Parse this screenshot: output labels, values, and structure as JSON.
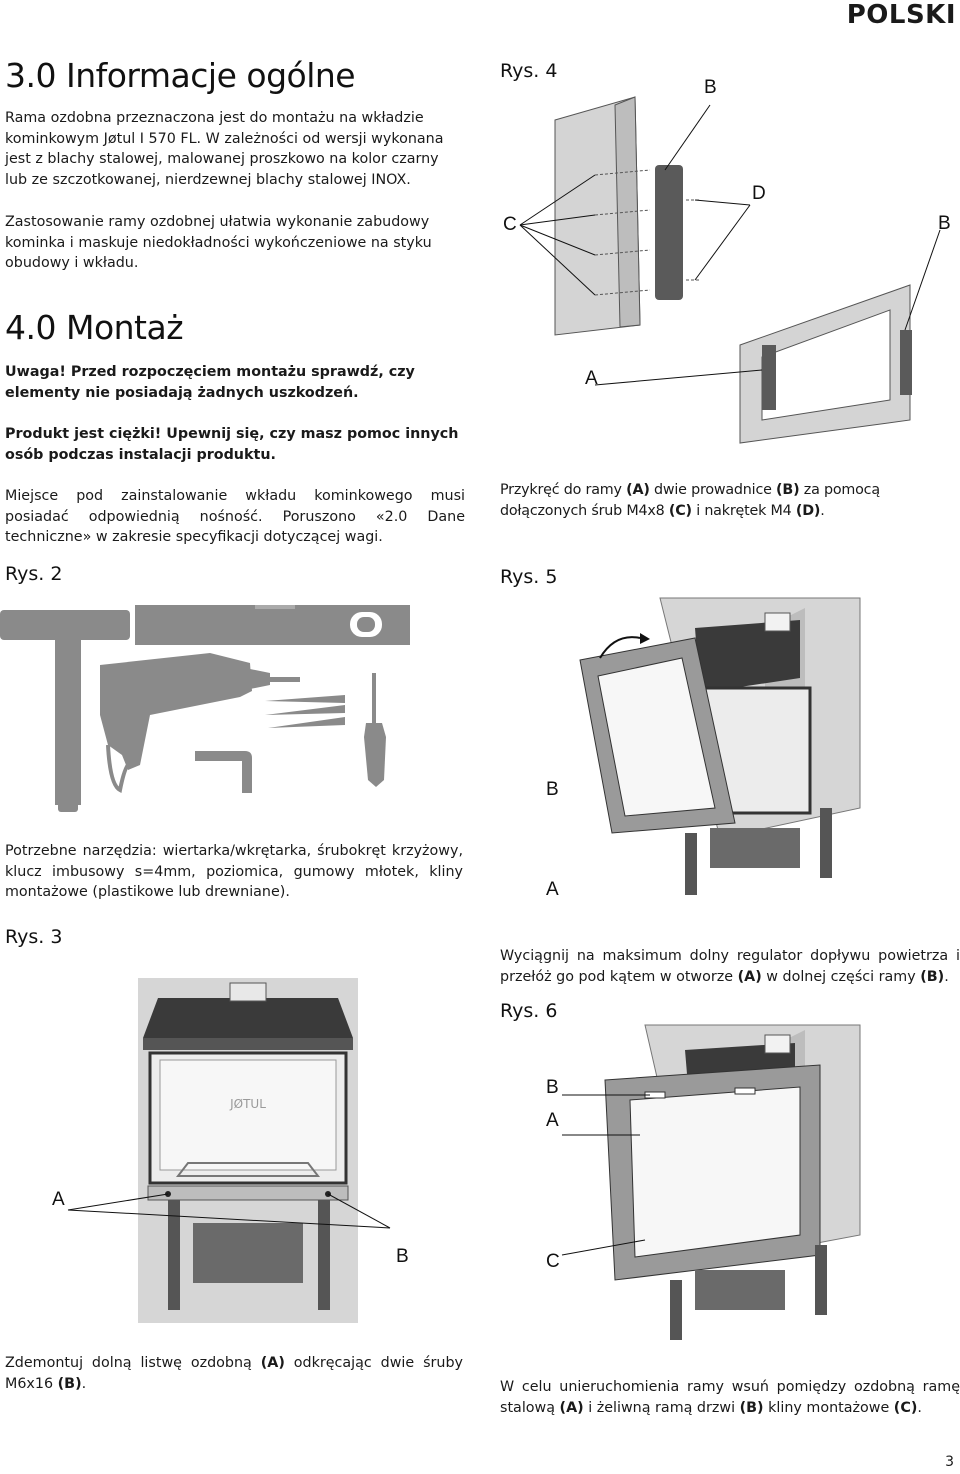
{
  "header": {
    "language": "POLSKI"
  },
  "sec3": {
    "title": "3.0 Informacje ogólne",
    "p1": "Rama ozdobna przeznaczona jest do montażu na wkładzie kominkowym Jøtul I 570 FL. W zależności od wersji wykonana jest z blachy stalowej, malowanej proszkowo na kolor czarny lub ze szczotkowanej, nierdzewnej blachy stalowej INOX.",
    "p2": "Zastosowanie ramy ozdobnej ułatwia wykonanie zabudowy kominka i maskuje niedokładności wykończeniowe na styku obudowy i wkładu."
  },
  "sec4": {
    "title": "4.0 Montaż",
    "warn1": "Uwaga! Przed rozpoczęciem montażu sprawdź, czy elementy nie posiadają żadnych uszkodzeń.",
    "warn2": "Produkt jest ciężki! Upewnij się, czy masz pomoc innych osób podczas instalacji produktu.",
    "p3": "Miejsce pod zainstalowanie wkładu kominkowego musi posiadać odpowiednią nośność. Poruszono «2.0 Dane techniczne» w zakresie specyfikacji dotyczącej wagi."
  },
  "fig2": {
    "caption": "Rys. 2",
    "text": "Potrzebne narzędzia: wiertarka/wkrętarka, śrubokręt krzyżowy, klucz imbusowy s=4mm, poziomica, gumowy młotek, kliny montażowe (plastikowe lub drewniane)."
  },
  "fig3": {
    "caption": "Rys. 3",
    "label_a": "A",
    "label_b": "B",
    "logo_text": "JØTUL",
    "text_pre": "Zdemontuj dolną listwę ozdobną ",
    "text_a": "(A)",
    "text_mid": " odkręcając dwie śruby M6x16 ",
    "text_b": "(B)",
    "text_end": "."
  },
  "fig4": {
    "caption": "Rys. 4",
    "label_a": "A",
    "label_b_top": "B",
    "label_b_right": "B",
    "label_c": "C",
    "label_d": "D",
    "text_pre": "Przykręć do ramy ",
    "text_a": "(A)",
    "text_mid1": " dwie prowadnice ",
    "text_b": "(B)",
    "text_mid2": " za pomocą dołączonych śrub M4x8 ",
    "text_c": "(C)",
    "text_mid3": " i nakrętek M4 ",
    "text_d": "(D)",
    "text_end": "."
  },
  "fig5": {
    "caption": "Rys. 5",
    "label_a": "A",
    "label_b": "B",
    "text_pre": "Wyciągnij na maksimum dolny regulator dopływu powietrza i przełóż go pod kątem w otworze ",
    "text_a": "(A)",
    "text_mid": " w dolnej części ramy ",
    "text_b": "(B)",
    "text_end": "."
  },
  "fig6": {
    "caption": "Rys. 6",
    "label_a": "A",
    "label_b": "B",
    "label_c": "C",
    "text_pre": "W celu unieruchomienia ramy wsuń pomiędzy ozdobną ramę stalową ",
    "text_a": "(A)",
    "text_mid1": " i żeliwną ramą drzwi ",
    "text_b": "(B)",
    "text_mid2": " kliny montażowe ",
    "text_c": "(C)",
    "text_end": "."
  },
  "footer": {
    "page_number": "3"
  }
}
